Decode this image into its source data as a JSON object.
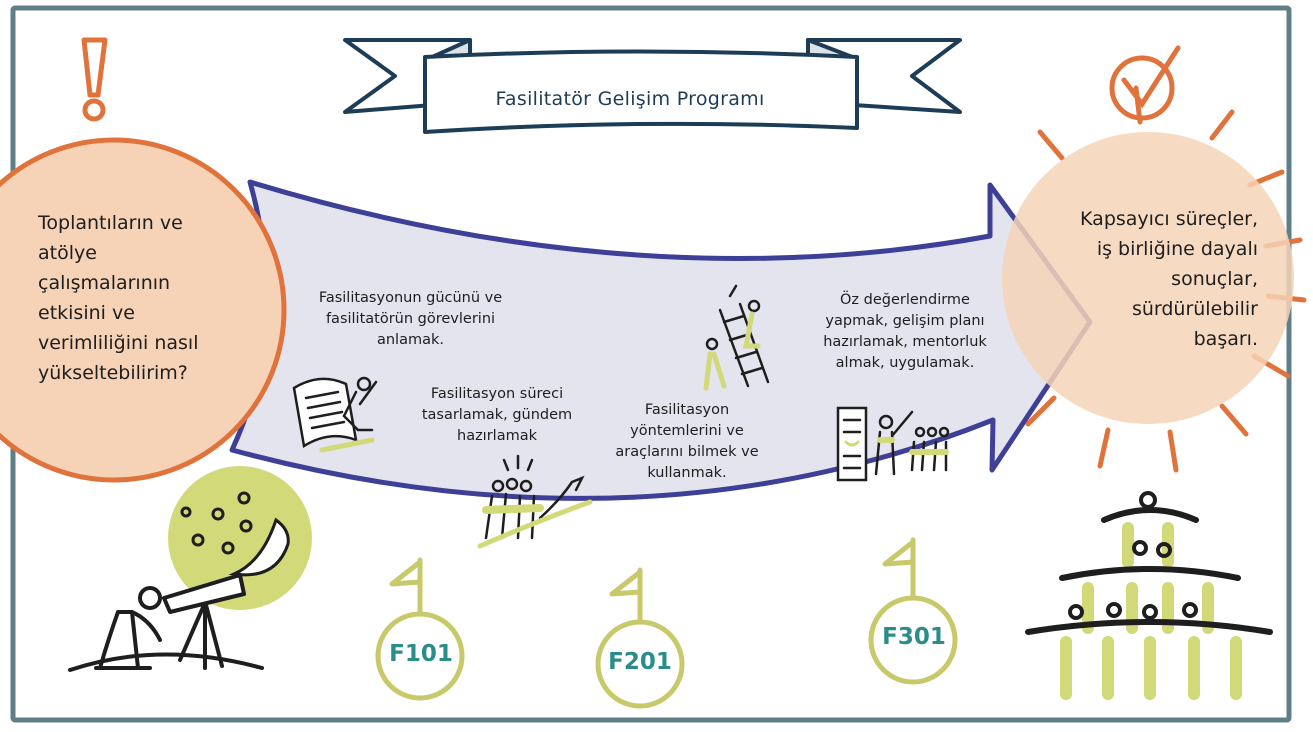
{
  "title": "Fasilitatör Gelişim Programı",
  "question_lines": [
    "Toplantıların ve",
    "atölye",
    "çalışmalarının",
    "etkisini ve",
    "verimliliğini nasıl",
    "yükseltebilirim?"
  ],
  "outcome_lines": [
    "Kapsayıcı süreçler,",
    "iş birliğine dayalı",
    "sonuçlar,",
    "sürdürülebilir",
    "başarı."
  ],
  "steps": [
    {
      "lines": [
        "Fasilitasyonun gücünü ve",
        "fasilitatörün görevlerini",
        "anlamak."
      ]
    },
    {
      "lines": [
        "Fasilitasyon süreci",
        "tasarlamak, gündem",
        "hazırlamak"
      ]
    },
    {
      "lines": [
        "Fasilitasyon",
        "yöntemlerini ve",
        "araçlarını bilmek ve",
        "kullanmak."
      ]
    },
    {
      "lines": [
        "Öz değerlendirme",
        "yapmak, gelişim planı",
        "hazırlamak, mentorluk",
        "almak, uygulamak."
      ]
    }
  ],
  "milestones": [
    {
      "code": "F101"
    },
    {
      "code": "F201"
    },
    {
      "code": "F301"
    }
  ],
  "colors": {
    "frame": "#5f7f88",
    "banner": "#1d3d57",
    "arrow_outline": "#3e3f97",
    "arrow_fill": "#e4e4ef",
    "orange": "#e0733b",
    "circle_fill": "#f6d3b7",
    "green": "#d1d978",
    "teal": "#2a8d8a"
  },
  "icons": [
    "exclamation-icon",
    "checkmark-icon",
    "telescope-icon",
    "moon-icon",
    "flag-icon",
    "human-pyramid-icon",
    "document-icon",
    "growth-arrow-icon",
    "ladder-icon",
    "presentation-icon"
  ]
}
